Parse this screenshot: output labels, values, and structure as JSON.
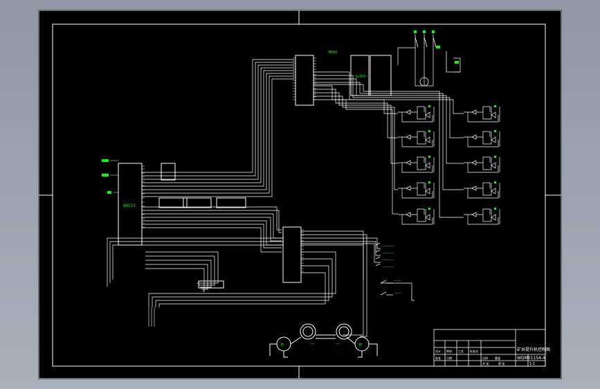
{
  "drawing": {
    "background": "#000000",
    "frame_color": "#ffffff",
    "wire_color": "#ffffff",
    "label_color": "#00ff00",
    "mcu_label": "80C51",
    "driver_label": "MAX4",
    "relay_label": "SL953-4",
    "right_labels": [
      "──────",
      "──────",
      "──────",
      "──────"
    ],
    "bottom_right_labels": [
      "────",
      "────"
    ],
    "motor_label": "M",
    "motor_left_label": "──",
    "motor_right_label": "──"
  },
  "title_block": {
    "drawing_name": "矿井提升机控制图",
    "drawing_number": "WGM011S4-4",
    "scale": "1:1",
    "cells": [
      "设计",
      "审核",
      "工艺",
      "标准化",
      "批准",
      "日期",
      "比例",
      "重量",
      "共 张",
      "第 张"
    ]
  }
}
